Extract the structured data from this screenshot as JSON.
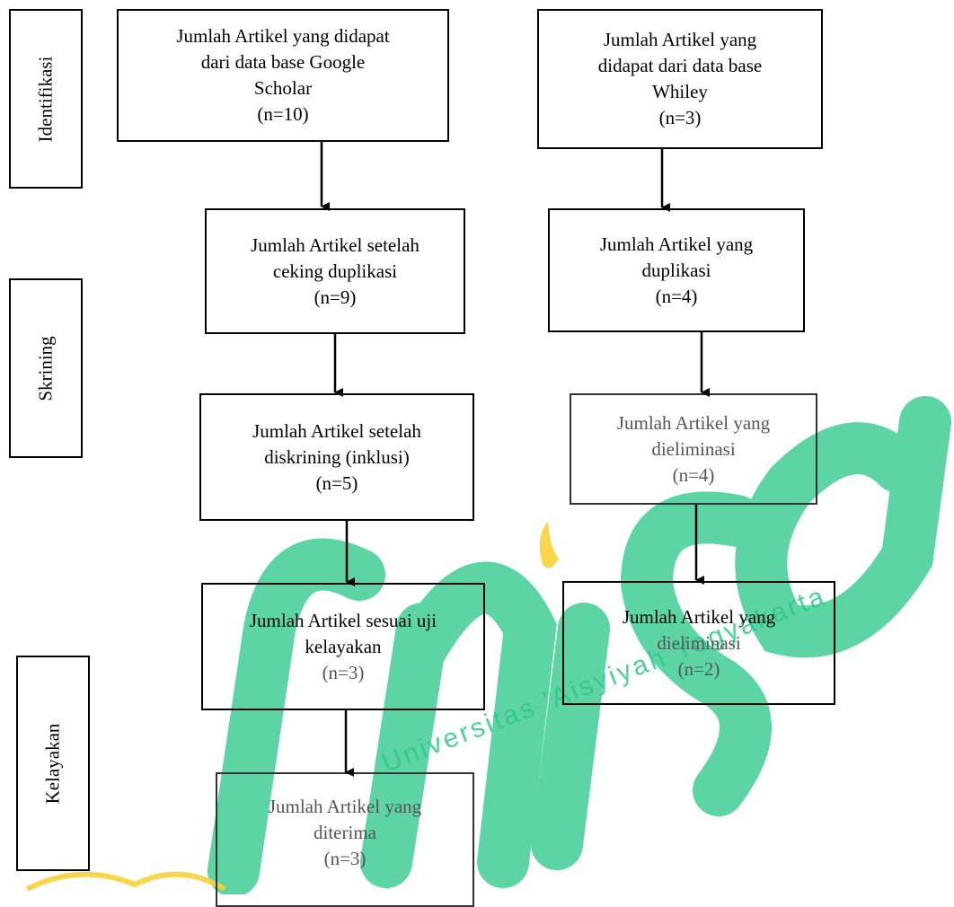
{
  "stages": {
    "identifikasi": "Identifikasi",
    "skrining": "Skrining",
    "kelayakan": "Kelayakan"
  },
  "boxes": {
    "google_scholar": {
      "lines": [
        "Jumlah Artikel yang didapat",
        "dari data base Google",
        "Scholar",
        "(n=10)"
      ]
    },
    "whiley": {
      "lines": [
        "Jumlah Artikel yang",
        "didapat dari data base",
        "Whiley",
        "(n=3)"
      ]
    },
    "after_duplicate_check": {
      "lines": [
        "Jumlah Artikel setelah",
        "ceking duplikasi",
        "(n=9)"
      ]
    },
    "duplicates": {
      "lines": [
        "Jumlah Artikel yang",
        "duplikasi",
        "(n=4)"
      ]
    },
    "after_screening": {
      "lines": [
        "Jumlah Artikel setelah",
        "diskrining (inklusi)",
        "(n=5)"
      ]
    },
    "eliminated_screening": {
      "lines": [
        "Jumlah Artikel yang",
        "dieliminasi",
        "(n=4)"
      ]
    },
    "eligible": {
      "lines": [
        "Jumlah Artikel sesuai uji",
        "kelayakan",
        "(n=3)"
      ]
    },
    "eliminated_eligibility": {
      "lines": [
        "Jumlah Artikel yang",
        "dieliminasi",
        "(n=2)"
      ]
    },
    "accepted": {
      "lines": [
        "Jumlah Artikel yang",
        "diterima",
        "(n=3)"
      ]
    }
  },
  "watermark": {
    "text": "Universitas 'Aisyiyah Yogyakarta",
    "color": "#2fc88a",
    "accent_color": "#f6d23a"
  },
  "colors": {
    "border": "#000000",
    "arrow": "#000000"
  }
}
